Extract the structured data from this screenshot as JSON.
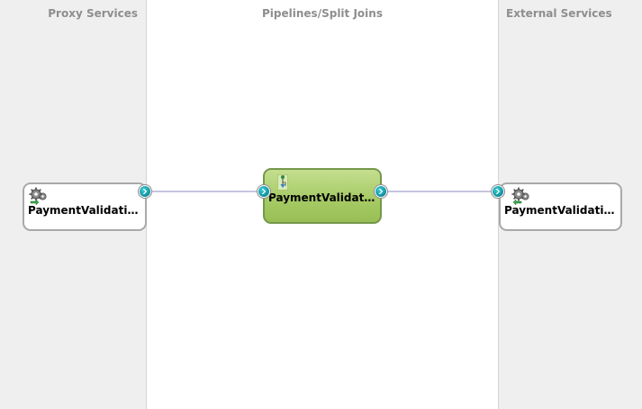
{
  "lanes": {
    "proxy": {
      "title": "Proxy Services"
    },
    "pipelines": {
      "title": "Pipelines/Split Joins"
    },
    "external": {
      "title": "External Services"
    }
  },
  "nodes": {
    "proxy_service": {
      "label": "PaymentValidation...",
      "icon": "gear-service-icon"
    },
    "pipeline": {
      "label": "PaymentValidati...",
      "icon": "pipeline-flow-icon"
    },
    "business_service": {
      "label": "PaymentValidation...",
      "icon": "gear-service-icon"
    }
  },
  "colors": {
    "pipeline_fill": "#a7cb66",
    "pipeline_border": "#74984a",
    "port_accent": "#1598a4",
    "wire": "#c6c6e0"
  }
}
